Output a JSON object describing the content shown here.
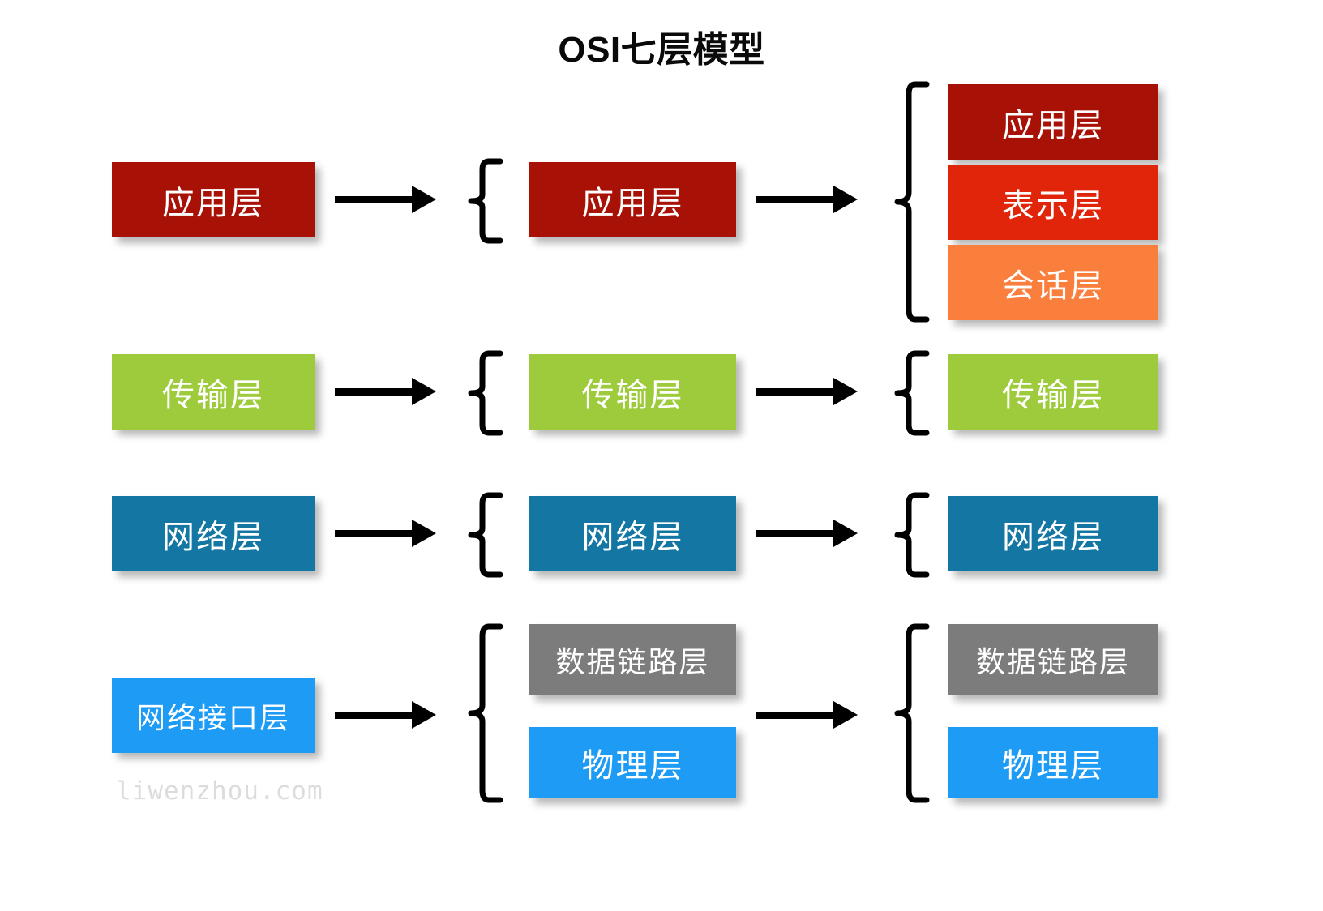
{
  "title": "OSI七层模型",
  "watermark": "liwenzhou.com",
  "colors": {
    "application_dark_red": "#A81206",
    "presentation_red": "#E0250B",
    "session_orange": "#FA7E3C",
    "transport_green": "#9ECB3C",
    "network_blue": "#1376A3",
    "datalink_gray": "#7C7C7C",
    "physical_blue": "#1E9BF5",
    "interface_blue": "#1E9BF5",
    "arrow_black": "#000000",
    "background": "#FFFFFF",
    "watermark_gray": "#DCDCDC"
  },
  "columns": [
    {
      "name": "four-layer-model",
      "boxes": [
        {
          "label": "应用层",
          "color_key": "application_dark_red"
        },
        {
          "label": "传输层",
          "color_key": "transport_green"
        },
        {
          "label": "网络层",
          "color_key": "network_blue"
        },
        {
          "label": "网络接口层",
          "color_key": "interface_blue"
        }
      ]
    },
    {
      "name": "five-layer-model",
      "boxes": [
        {
          "label": "应用层",
          "color_key": "application_dark_red"
        },
        {
          "label": "传输层",
          "color_key": "transport_green"
        },
        {
          "label": "网络层",
          "color_key": "network_blue"
        },
        {
          "label": "数据链路层",
          "color_key": "datalink_gray"
        },
        {
          "label": "物理层",
          "color_key": "physical_blue"
        }
      ]
    },
    {
      "name": "seven-layer-model",
      "boxes": [
        {
          "label": "应用层",
          "color_key": "application_dark_red"
        },
        {
          "label": "表示层",
          "color_key": "presentation_red"
        },
        {
          "label": "会话层",
          "color_key": "session_orange"
        },
        {
          "label": "传输层",
          "color_key": "transport_green"
        },
        {
          "label": "网络层",
          "color_key": "network_blue"
        },
        {
          "label": "数据链路层",
          "color_key": "datalink_gray"
        },
        {
          "label": "物理层",
          "color_key": "physical_blue"
        }
      ]
    }
  ],
  "boxes_flat": {
    "c1_application": "应用层",
    "c1_transport": "传输层",
    "c1_network": "网络层",
    "c1_interface": "网络接口层",
    "c2_application": "应用层",
    "c2_transport": "传输层",
    "c2_network": "网络层",
    "c2_datalink": "数据链路层",
    "c2_physical": "物理层",
    "c3_application": "应用层",
    "c3_presentation": "表示层",
    "c3_session": "会话层",
    "c3_transport": "传输层",
    "c3_network": "网络层",
    "c3_datalink": "数据链路层",
    "c3_physical": "物理层"
  }
}
